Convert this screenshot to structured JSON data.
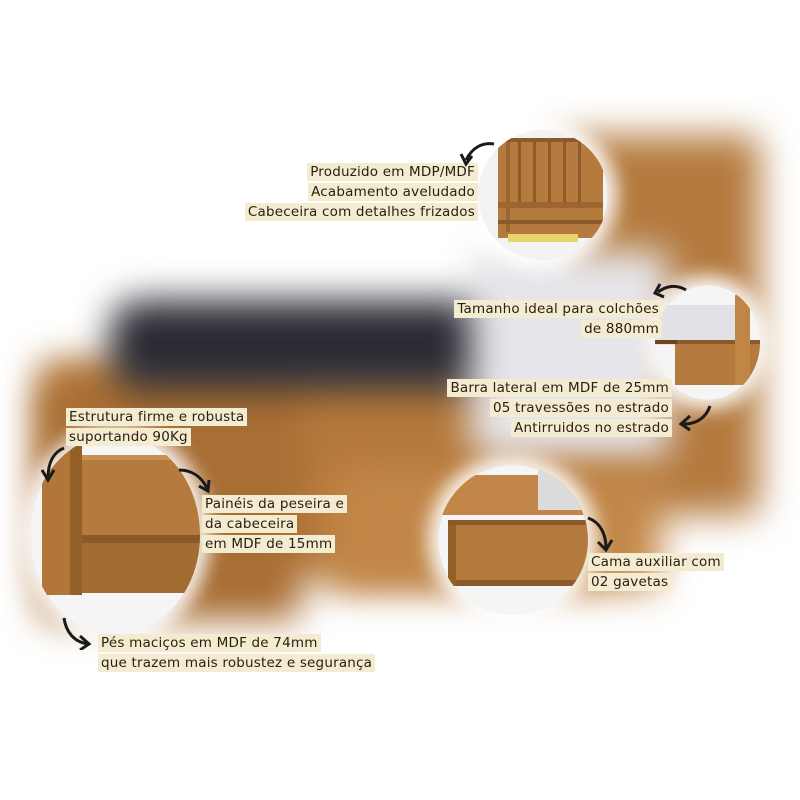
{
  "colors": {
    "wood": "#b57a3c",
    "wood_dark": "#8a5a2a",
    "wood_light": "#c9924e",
    "mattress": "#2b2a33",
    "label_bg": "#f4ecd1",
    "label_text": "#2a1c10"
  },
  "callouts": {
    "headboard": {
      "lines": [
        "Produzido em MDP/MDF",
        "Acabamento aveludado",
        "Cabeceira com detalhes frizados"
      ]
    },
    "mattress_size": {
      "lines": [
        "Tamanho ideal para colchões",
        "de 880mm"
      ]
    },
    "side_rail": {
      "lines": [
        "Barra lateral em MDF de 25mm",
        "05 travessões no estrado",
        "Antirruidos no estrado"
      ]
    },
    "structure": {
      "lines": [
        "Estrutura firme e robusta",
        "suportando 90Kg"
      ]
    },
    "panels": {
      "lines": [
        "Painéis da peseira e",
        "da cabeceira",
        "em MDF de 15mm"
      ]
    },
    "aux_bed": {
      "lines": [
        "Cama auxiliar com",
        "02 gavetas"
      ]
    },
    "feet": {
      "lines": [
        "Pés maciços em MDF de 74mm",
        "que trazem mais robustez e segurança"
      ]
    }
  },
  "icons": [
    "curved-arrow-icon"
  ]
}
